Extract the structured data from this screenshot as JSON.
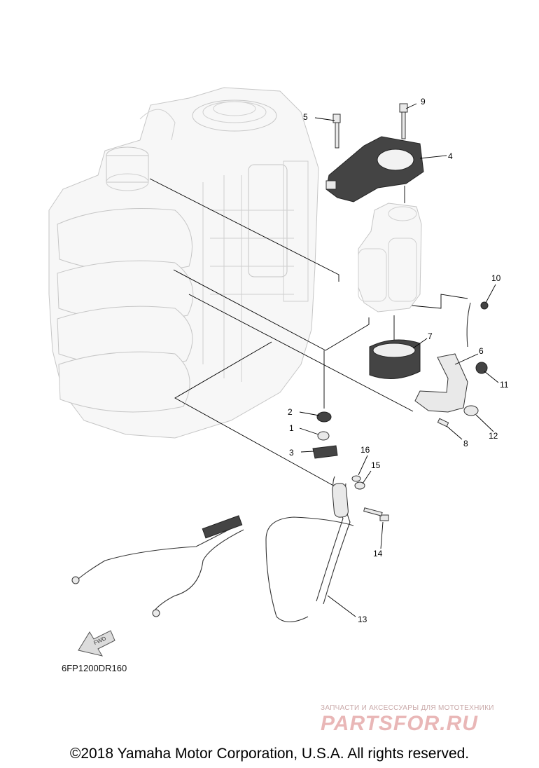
{
  "diagram": {
    "code": "6FP1200DR160",
    "direction_label": "FWD",
    "callouts": [
      "1",
      "2",
      "3",
      "4",
      "5",
      "6",
      "7",
      "8",
      "9",
      "10",
      "11",
      "12",
      "13",
      "14",
      "15",
      "16"
    ]
  },
  "watermark": {
    "subtitle": "ЗАПЧАСТИ И АКСЕССУАРЫ ДЛЯ МОТОТЕХНИКИ",
    "brand": "PARTSFOR.RU"
  },
  "footer": {
    "copyright": "©2018 Yamaha Motor Corporation, U.S.A. All rights reserved."
  }
}
